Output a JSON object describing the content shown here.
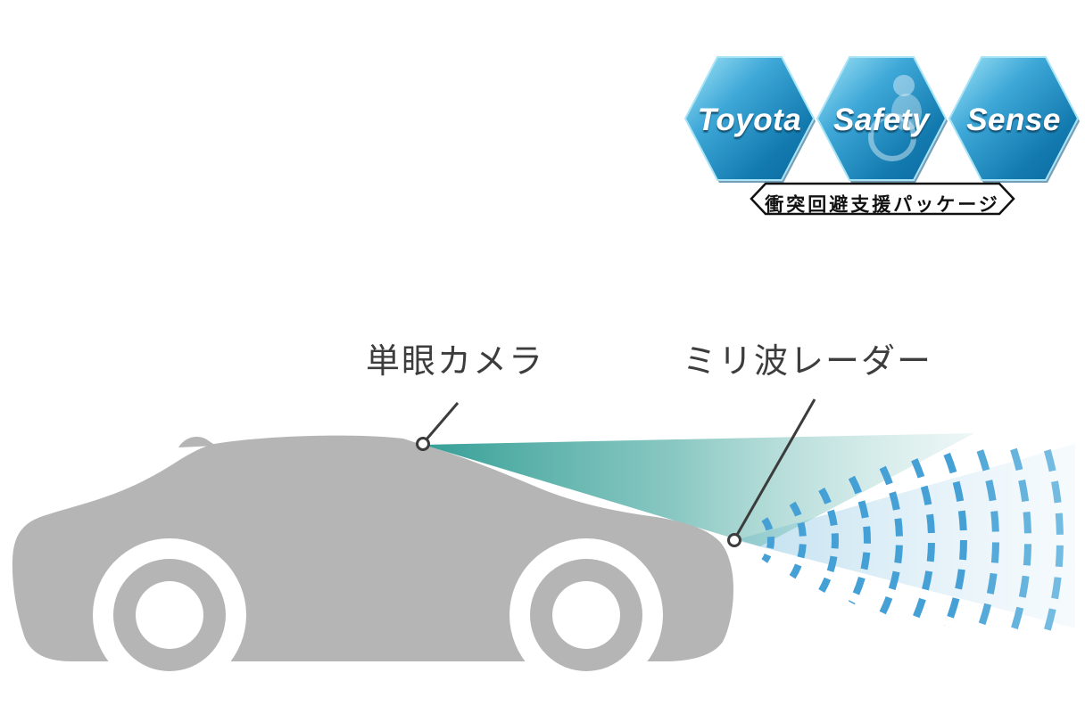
{
  "page": {
    "background": "#ffffff"
  },
  "logo": {
    "hexagons": [
      {
        "label": "Toyota"
      },
      {
        "label": "Safety"
      },
      {
        "label": "Sense"
      }
    ],
    "banner_text": "衝突回避支援パッケージ",
    "colors": {
      "hex_light": "#a5e6f7",
      "hex_mid": "#2b9cd0",
      "hex_dark": "#0c6aa0",
      "word_text": "#ffffff",
      "banner_border": "#111111",
      "banner_fill": "#ffffff"
    }
  },
  "annotations": {
    "camera_label": "単眼カメラ",
    "radar_label": "ミリ波レーダー"
  },
  "artwork": {
    "car_color": "#b5b5b6",
    "camera_cone_color": "#2a9a91",
    "radar_cone_color": "#aed4ea",
    "radar_arc_color": "#45a0d5",
    "leader_line_color": "#3c3c3c"
  }
}
